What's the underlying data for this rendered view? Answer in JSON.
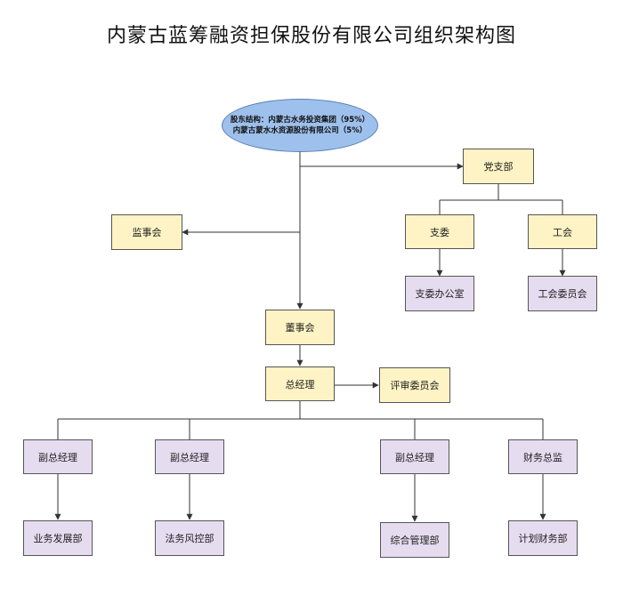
{
  "title": "内蒙古蓝筹融资担保股份有限公司组织架构图",
  "shareholder": {
    "line1": "股东结构：内蒙古水务投资集团（95%）",
    "line2": "内蒙古蒙水水资源股份有限公司（5%）"
  },
  "nodes": {
    "party_branch": "党支部",
    "supervisory_board": "监事会",
    "branch_committee": "支委",
    "labor_union": "工会",
    "branch_office": "支委办公室",
    "union_committee": "工会委员会",
    "board_of_directors": "董事会",
    "general_manager": "总经理",
    "review_committee": "评审委员会",
    "deputy_gm_1": "副总经理",
    "deputy_gm_2": "副总经理",
    "deputy_gm_3": "副总经理",
    "cfo": "财务总监",
    "business_dept": "业务发展部",
    "legal_risk_dept": "法务风控部",
    "general_mgmt_dept": "综合管理部",
    "finance_dept": "计划财务部"
  },
  "colors": {
    "ellipse_fill": "#9ec0ec",
    "yellow_fill": "#fdf3c4",
    "purple_fill": "#e6dcf0"
  }
}
